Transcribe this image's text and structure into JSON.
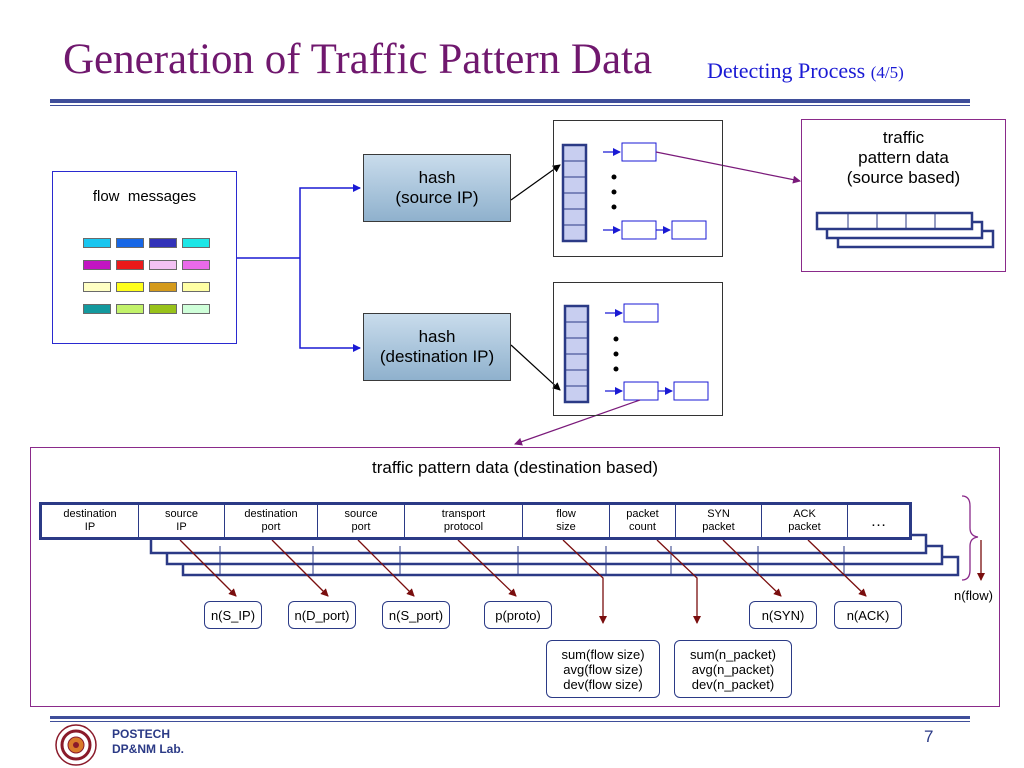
{
  "slide": {
    "title": "Generation of Traffic Pattern Data",
    "subtitle_main": "Detecting Process",
    "subtitle_step": "(4/5)",
    "page_number": "7",
    "footer": {
      "org": "POSTECH",
      "lab": "DP&NM Lab."
    }
  },
  "flow_messages": {
    "label": "flow  messages",
    "colors": [
      [
        "#19c6f0",
        "#1767e6",
        "#3232b8",
        "#1ce6e6"
      ],
      [
        "#c215c2",
        "#ea1a1a",
        "#f4c2f4",
        "#ea6aea"
      ],
      [
        "#ffffc4",
        "#ffff1c",
        "#d49a1c",
        "#ffffa4"
      ],
      [
        "#13999e",
        "#c2f26a",
        "#98c21a",
        "#cfffd9"
      ]
    ]
  },
  "hash_source": {
    "line1": "hash",
    "line2": "(source IP)"
  },
  "hash_destination": {
    "line1": "hash",
    "line2": "(destination IP)"
  },
  "traffic_source": {
    "line1": "traffic",
    "line2": "pattern data",
    "line3": "(source based)"
  },
  "traffic_destination": {
    "title": "traffic pattern data (destination based)",
    "columns": [
      {
        "line1": "destination",
        "line2": "IP"
      },
      {
        "line1": "source",
        "line2": "IP"
      },
      {
        "line1": "destination",
        "line2": "port"
      },
      {
        "line1": "source",
        "line2": "port"
      },
      {
        "line1": "transport",
        "line2": "protocol"
      },
      {
        "line1": "flow",
        "line2": "size"
      },
      {
        "line1": "packet",
        "line2": "count"
      },
      {
        "line1": "SYN",
        "line2": "packet"
      },
      {
        "line1": "ACK",
        "line2": "packet"
      },
      {
        "line1": "…",
        "line2": ""
      }
    ],
    "functions": {
      "n_sip": "n(S_IP)",
      "n_dport": "n(D_port)",
      "n_sport": "n(S_port)",
      "p_proto": "p(proto)",
      "n_syn": "n(SYN)",
      "n_ack": "n(ACK)"
    },
    "flow_size_stats": [
      "sum(flow size)",
      "avg(flow size)",
      "dev(flow size)"
    ],
    "packet_stats": [
      "sum(n_packet)",
      "avg(n_packet)",
      "dev(n_packet)"
    ],
    "n_flow": "n(flow)"
  },
  "colors": {
    "title": "#70186e",
    "subtitle": "#1a1ad4",
    "rule": "#3f4e9a",
    "arrow_blue": "#1a1ad4",
    "arrow_purple": "#7a1a7a",
    "arrow_darkred": "#7a0e0e"
  }
}
